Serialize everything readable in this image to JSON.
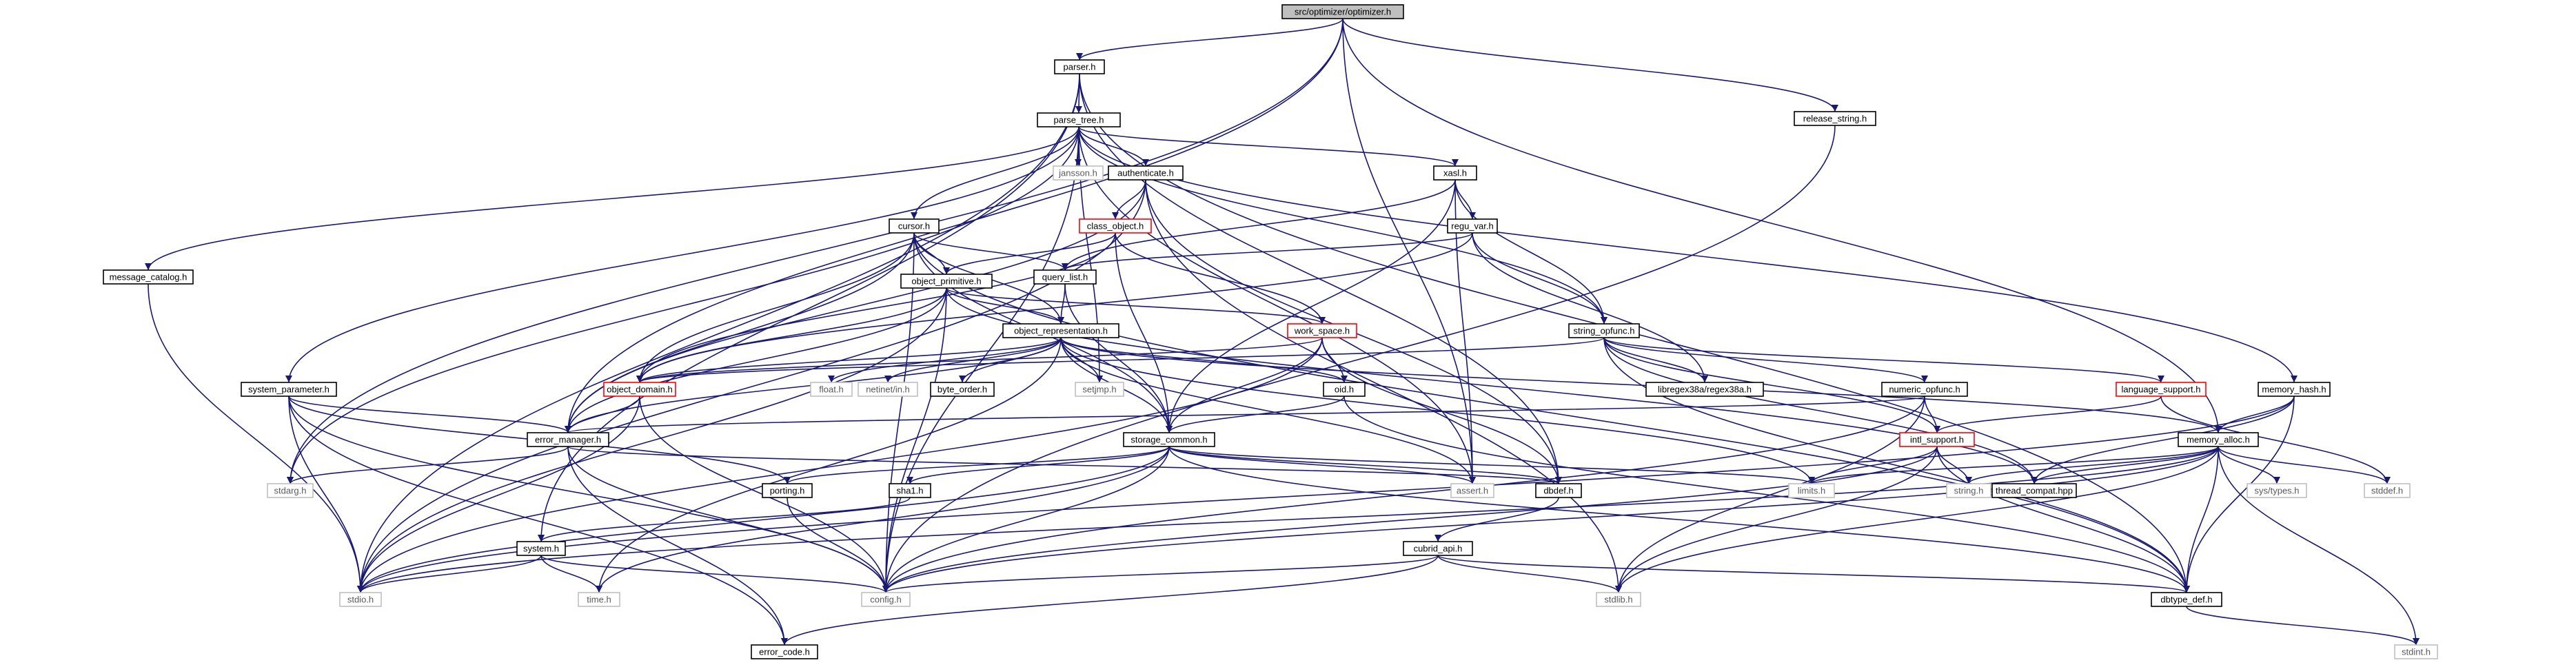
{
  "diagram": {
    "type": "include-dependency-graph",
    "root": "src/optimizer/optimizer.h",
    "colors": {
      "edge": "#191970",
      "node_border_normal": "#000000",
      "node_border_truncated": "#ff0000",
      "node_border_external": "#bfbfbf",
      "root_fill": "#bfbfbf",
      "node_fill": "#ffffff"
    },
    "nodes": [
      {
        "id": "optimizer",
        "label": "src/optimizer/optimizer.h",
        "style": "root"
      },
      {
        "id": "parser",
        "label": "parser.h",
        "style": "normal"
      },
      {
        "id": "release_string",
        "label": "release_string.h",
        "style": "normal"
      },
      {
        "id": "parse_tree",
        "label": "parse_tree.h",
        "style": "normal"
      },
      {
        "id": "jansson",
        "label": "jansson.h",
        "style": "external"
      },
      {
        "id": "authenticate",
        "label": "authenticate.h",
        "style": "normal"
      },
      {
        "id": "xasl",
        "label": "xasl.h",
        "style": "normal"
      },
      {
        "id": "message_catalog",
        "label": "message_catalog.h",
        "style": "normal"
      },
      {
        "id": "cursor",
        "label": "cursor.h",
        "style": "normal"
      },
      {
        "id": "class_object",
        "label": "class_object.h",
        "style": "truncated"
      },
      {
        "id": "regu_var",
        "label": "regu_var.h",
        "style": "normal"
      },
      {
        "id": "query_list",
        "label": "query_list.h",
        "style": "normal"
      },
      {
        "id": "object_primitive",
        "label": "object_primitive.h",
        "style": "normal"
      },
      {
        "id": "object_representation",
        "label": "object_representation.h",
        "style": "normal"
      },
      {
        "id": "work_space",
        "label": "work_space.h",
        "style": "truncated"
      },
      {
        "id": "string_opfunc",
        "label": "string_opfunc.h",
        "style": "normal"
      },
      {
        "id": "system_parameter",
        "label": "system_parameter.h",
        "style": "normal"
      },
      {
        "id": "object_domain",
        "label": "object_domain.h",
        "style": "truncated"
      },
      {
        "id": "float",
        "label": "float.h",
        "style": "external"
      },
      {
        "id": "netinet_in",
        "label": "netinet/in.h",
        "style": "external"
      },
      {
        "id": "byte_order",
        "label": "byte_order.h",
        "style": "normal"
      },
      {
        "id": "setjmp",
        "label": "setjmp.h",
        "style": "external"
      },
      {
        "id": "oid",
        "label": "oid.h",
        "style": "normal"
      },
      {
        "id": "libregex38a",
        "label": "libregex38a/regex38a.h",
        "style": "normal"
      },
      {
        "id": "numeric_opfunc",
        "label": "numeric_opfunc.h",
        "style": "normal"
      },
      {
        "id": "language_support",
        "label": "language_support.h",
        "style": "truncated"
      },
      {
        "id": "memory_hash",
        "label": "memory_hash.h",
        "style": "normal"
      },
      {
        "id": "error_manager",
        "label": "error_manager.h",
        "style": "normal"
      },
      {
        "id": "storage_common",
        "label": "storage_common.h",
        "style": "normal"
      },
      {
        "id": "intl_support",
        "label": "intl_support.h",
        "style": "truncated"
      },
      {
        "id": "memory_alloc",
        "label": "memory_alloc.h",
        "style": "normal"
      },
      {
        "id": "stdarg",
        "label": "stdarg.h",
        "style": "external"
      },
      {
        "id": "porting",
        "label": "porting.h",
        "style": "normal"
      },
      {
        "id": "sha1",
        "label": "sha1.h",
        "style": "normal"
      },
      {
        "id": "assert",
        "label": "assert.h",
        "style": "external"
      },
      {
        "id": "dbdef",
        "label": "dbdef.h",
        "style": "normal"
      },
      {
        "id": "limits",
        "label": "limits.h",
        "style": "external"
      },
      {
        "id": "string",
        "label": "string.h",
        "style": "external"
      },
      {
        "id": "thread_compat",
        "label": "thread_compat.hpp",
        "style": "normal"
      },
      {
        "id": "sys_types",
        "label": "sys/types.h",
        "style": "external"
      },
      {
        "id": "stddef",
        "label": "stddef.h",
        "style": "external"
      },
      {
        "id": "system",
        "label": "system.h",
        "style": "normal"
      },
      {
        "id": "cubrid_api",
        "label": "cubrid_api.h",
        "style": "normal"
      },
      {
        "id": "stdio",
        "label": "stdio.h",
        "style": "external"
      },
      {
        "id": "time",
        "label": "time.h",
        "style": "external"
      },
      {
        "id": "config",
        "label": "config.h",
        "style": "external"
      },
      {
        "id": "stdlib",
        "label": "stdlib.h",
        "style": "external"
      },
      {
        "id": "dbtype_def",
        "label": "dbtype_def.h",
        "style": "normal"
      },
      {
        "id": "error_code",
        "label": "error_code.h",
        "style": "normal"
      },
      {
        "id": "stdint",
        "label": "stdint.h",
        "style": "external"
      }
    ],
    "edges": [
      [
        "optimizer",
        "parser"
      ],
      [
        "optimizer",
        "release_string"
      ],
      [
        "optimizer",
        "error_manager"
      ],
      [
        "optimizer",
        "memory_alloc"
      ],
      [
        "optimizer",
        "assert"
      ],
      [
        "optimizer",
        "stdarg"
      ],
      [
        "parser",
        "parse_tree"
      ],
      [
        "parser",
        "system"
      ],
      [
        "parser",
        "stdio"
      ],
      [
        "parser",
        "dbtype_def"
      ],
      [
        "parser",
        "dbdef"
      ],
      [
        "release_string",
        "config"
      ],
      [
        "parse_tree",
        "jansson"
      ],
      [
        "parse_tree",
        "authenticate"
      ],
      [
        "parse_tree",
        "xasl"
      ],
      [
        "parse_tree",
        "message_catalog"
      ],
      [
        "parse_tree",
        "cursor"
      ],
      [
        "parse_tree",
        "system_parameter"
      ],
      [
        "parse_tree",
        "string_opfunc"
      ],
      [
        "parse_tree",
        "memory_hash"
      ],
      [
        "parse_tree",
        "setjmp"
      ],
      [
        "parse_tree",
        "assert"
      ],
      [
        "parse_tree",
        "stdarg"
      ],
      [
        "parse_tree",
        "config"
      ],
      [
        "authenticate",
        "class_object"
      ],
      [
        "authenticate",
        "error_manager"
      ],
      [
        "authenticate",
        "stdio"
      ],
      [
        "authenticate",
        "dbdef"
      ],
      [
        "authenticate",
        "stdlib"
      ],
      [
        "xasl",
        "regu_var"
      ],
      [
        "xasl",
        "string_opfunc"
      ],
      [
        "xasl",
        "query_list"
      ],
      [
        "xasl",
        "storage_common"
      ],
      [
        "xasl",
        "assert"
      ],
      [
        "message_catalog",
        "stdio"
      ],
      [
        "cursor",
        "query_list"
      ],
      [
        "cursor",
        "object_primitive"
      ],
      [
        "cursor",
        "object_representation"
      ],
      [
        "cursor",
        "object_domain"
      ],
      [
        "cursor",
        "error_manager"
      ],
      [
        "cursor",
        "storage_common"
      ],
      [
        "cursor",
        "config"
      ],
      [
        "cursor",
        "dbtype_def"
      ],
      [
        "class_object",
        "object_primitive"
      ],
      [
        "class_object",
        "work_space"
      ],
      [
        "class_object",
        "storage_common"
      ],
      [
        "class_object",
        "object_domain"
      ],
      [
        "regu_var",
        "query_list"
      ],
      [
        "regu_var",
        "string_opfunc"
      ],
      [
        "regu_var",
        "libregex38a"
      ],
      [
        "regu_var",
        "object_domain"
      ],
      [
        "query_list",
        "object_representation"
      ],
      [
        "query_list",
        "storage_common"
      ],
      [
        "object_primitive",
        "object_representation"
      ],
      [
        "object_primitive",
        "object_domain"
      ],
      [
        "object_primitive",
        "error_manager"
      ],
      [
        "object_primitive",
        "config"
      ],
      [
        "object_primitive",
        "thread_compat"
      ],
      [
        "object_primitive",
        "stdio"
      ],
      [
        "object_primitive",
        "work_space"
      ],
      [
        "object_representation",
        "object_domain"
      ],
      [
        "object_representation",
        "float"
      ],
      [
        "object_representation",
        "netinet_in"
      ],
      [
        "object_representation",
        "byte_order"
      ],
      [
        "object_representation",
        "setjmp"
      ],
      [
        "object_representation",
        "oid"
      ],
      [
        "object_representation",
        "storage_common"
      ],
      [
        "object_representation",
        "error_manager"
      ],
      [
        "object_representation",
        "memory_alloc"
      ],
      [
        "object_representation",
        "time"
      ],
      [
        "object_representation",
        "limits"
      ],
      [
        "object_representation",
        "assert"
      ],
      [
        "work_space",
        "oid"
      ],
      [
        "work_space",
        "storage_common"
      ],
      [
        "work_space",
        "dbdef"
      ],
      [
        "work_space",
        "object_domain"
      ],
      [
        "work_space",
        "stdio"
      ],
      [
        "string_opfunc",
        "numeric_opfunc"
      ],
      [
        "string_opfunc",
        "language_support"
      ],
      [
        "string_opfunc",
        "intl_support"
      ],
      [
        "string_opfunc",
        "libregex38a"
      ],
      [
        "string_opfunc",
        "thread_compat"
      ],
      [
        "string_opfunc",
        "object_domain"
      ],
      [
        "string_opfunc",
        "dbtype_def"
      ],
      [
        "system_parameter",
        "error_manager"
      ],
      [
        "system_parameter",
        "porting"
      ],
      [
        "system_parameter",
        "stdio"
      ],
      [
        "system_parameter",
        "config"
      ],
      [
        "system_parameter",
        "error_code"
      ],
      [
        "object_domain",
        "error_manager"
      ],
      [
        "object_domain",
        "stdio"
      ],
      [
        "object_domain",
        "config"
      ],
      [
        "oid",
        "storage_common"
      ],
      [
        "oid",
        "dbtype_def"
      ],
      [
        "numeric_opfunc",
        "intl_support"
      ],
      [
        "numeric_opfunc",
        "error_manager"
      ],
      [
        "numeric_opfunc",
        "config"
      ],
      [
        "numeric_opfunc",
        "stdlib"
      ],
      [
        "language_support",
        "intl_support"
      ],
      [
        "language_support",
        "stddef"
      ],
      [
        "memory_hash",
        "memory_alloc"
      ],
      [
        "memory_hash",
        "thread_compat"
      ],
      [
        "memory_hash",
        "dbtype_def"
      ],
      [
        "memory_hash",
        "stdio"
      ],
      [
        "error_manager",
        "stdarg"
      ],
      [
        "error_manager",
        "error_code"
      ],
      [
        "error_manager",
        "config"
      ],
      [
        "error_manager",
        "dbdef"
      ],
      [
        "storage_common",
        "porting"
      ],
      [
        "storage_common",
        "sha1"
      ],
      [
        "storage_common",
        "assert"
      ],
      [
        "storage_common",
        "dbdef"
      ],
      [
        "storage_common",
        "limits"
      ],
      [
        "storage_common",
        "stdio"
      ],
      [
        "storage_common",
        "time"
      ],
      [
        "storage_common",
        "config"
      ],
      [
        "storage_common",
        "dbtype_def"
      ],
      [
        "intl_support",
        "string"
      ],
      [
        "intl_support",
        "limits"
      ],
      [
        "intl_support",
        "dbtype_def"
      ],
      [
        "intl_support",
        "stdlib"
      ],
      [
        "intl_support",
        "config"
      ],
      [
        "memory_alloc",
        "string"
      ],
      [
        "memory_alloc",
        "thread_compat"
      ],
      [
        "memory_alloc",
        "sys_types"
      ],
      [
        "memory_alloc",
        "stddef"
      ],
      [
        "memory_alloc",
        "limits"
      ],
      [
        "memory_alloc",
        "dbtype_def"
      ],
      [
        "memory_alloc",
        "stdint"
      ],
      [
        "memory_alloc",
        "stdlib"
      ],
      [
        "memory_alloc",
        "config"
      ],
      [
        "memory_alloc",
        "stdio"
      ],
      [
        "porting",
        "config"
      ],
      [
        "sha1",
        "system"
      ],
      [
        "dbdef",
        "cubrid_api"
      ],
      [
        "system",
        "stdio"
      ],
      [
        "system",
        "time"
      ],
      [
        "system",
        "config"
      ],
      [
        "cubrid_api",
        "config"
      ],
      [
        "cubrid_api",
        "stdlib"
      ],
      [
        "cubrid_api",
        "dbtype_def"
      ],
      [
        "cubrid_api",
        "error_code"
      ],
      [
        "dbtype_def",
        "stdint"
      ]
    ]
  }
}
